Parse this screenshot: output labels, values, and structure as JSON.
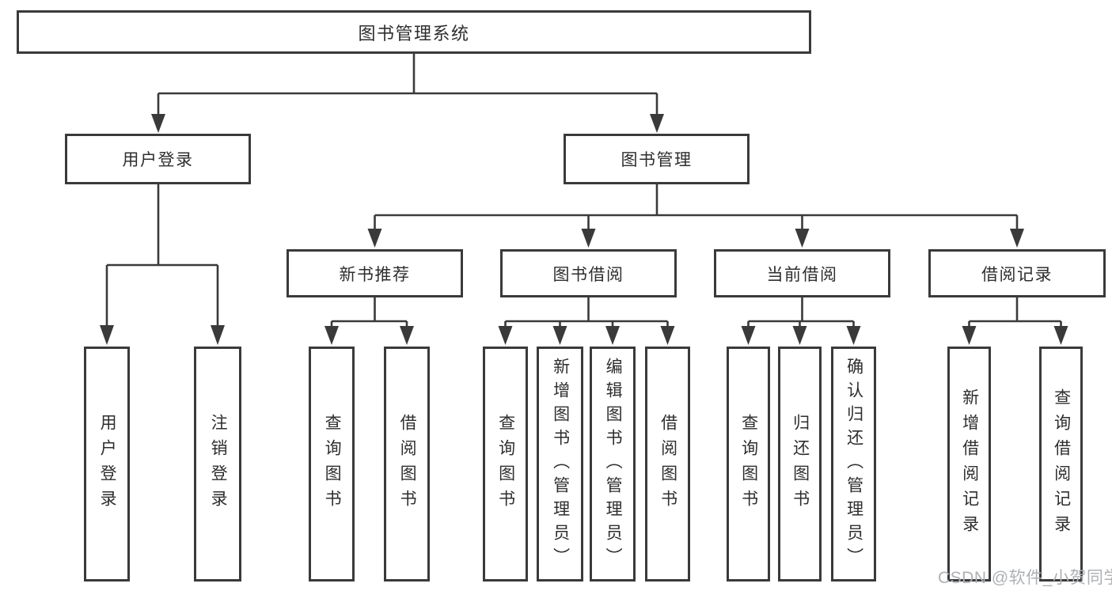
{
  "tree": {
    "label": "图书管理系统",
    "children": [
      {
        "label": "用户登录",
        "children": [
          {
            "label": "用户登录"
          },
          {
            "label": "注销登录"
          }
        ]
      },
      {
        "label": "图书管理",
        "children": [
          {
            "label": "新书推荐",
            "children": [
              {
                "label": "查询图书"
              },
              {
                "label": "借阅图书"
              }
            ]
          },
          {
            "label": "图书借阅",
            "children": [
              {
                "label": "查询图书"
              },
              {
                "label": "新增图书（管理员）"
              },
              {
                "label": "编辑图书（管理员）"
              },
              {
                "label": "借阅图书"
              }
            ]
          },
          {
            "label": "当前借阅",
            "children": [
              {
                "label": "查询图书"
              },
              {
                "label": "归还图书"
              },
              {
                "label": "确认归还（管理员）"
              }
            ]
          },
          {
            "label": "借阅记录",
            "children": [
              {
                "label": "新增借阅记录"
              },
              {
                "label": "查询借阅记录"
              }
            ]
          }
        ]
      }
    ]
  },
  "colors": {
    "line": "#3a3a3a",
    "border": "#3a3a3a",
    "text": "#2e2e2e",
    "watermark": "#adb0b4"
  },
  "watermark": "CSDN @软件_小贺同学"
}
